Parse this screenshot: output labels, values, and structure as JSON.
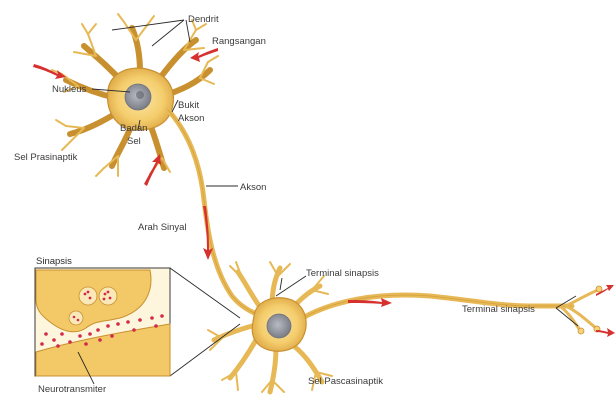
{
  "labels": {
    "dendrit": "Dendrit",
    "rangsangan": "Rangsangan",
    "nukleus": "Nukleus",
    "bukit_akson_1": "Bukit",
    "bukit_akson_2": "Akson",
    "badan_sel_1": "Badan",
    "badan_sel_2": "Sel",
    "sel_prasinaptik": "Sel Prasinaptik",
    "akson": "Akson",
    "arah_sinyal": "Arah Sinyal",
    "sinapsis": "Sinapsis",
    "terminal_sinapsis_1": "Terminal sinapsis",
    "terminal_sinapsis_2": "Terminal sinapsis",
    "sel_pascasinaptik": "Sel Pascasinaptik",
    "neurotransmiter": "Neurotransmiter"
  },
  "colors": {
    "neuron_fill": "#f6d27a",
    "neuron_stroke": "#c8902f",
    "nucleus": "#8f8f99",
    "arrow": "#d6302f",
    "vesicle": "#d22a4a"
  }
}
